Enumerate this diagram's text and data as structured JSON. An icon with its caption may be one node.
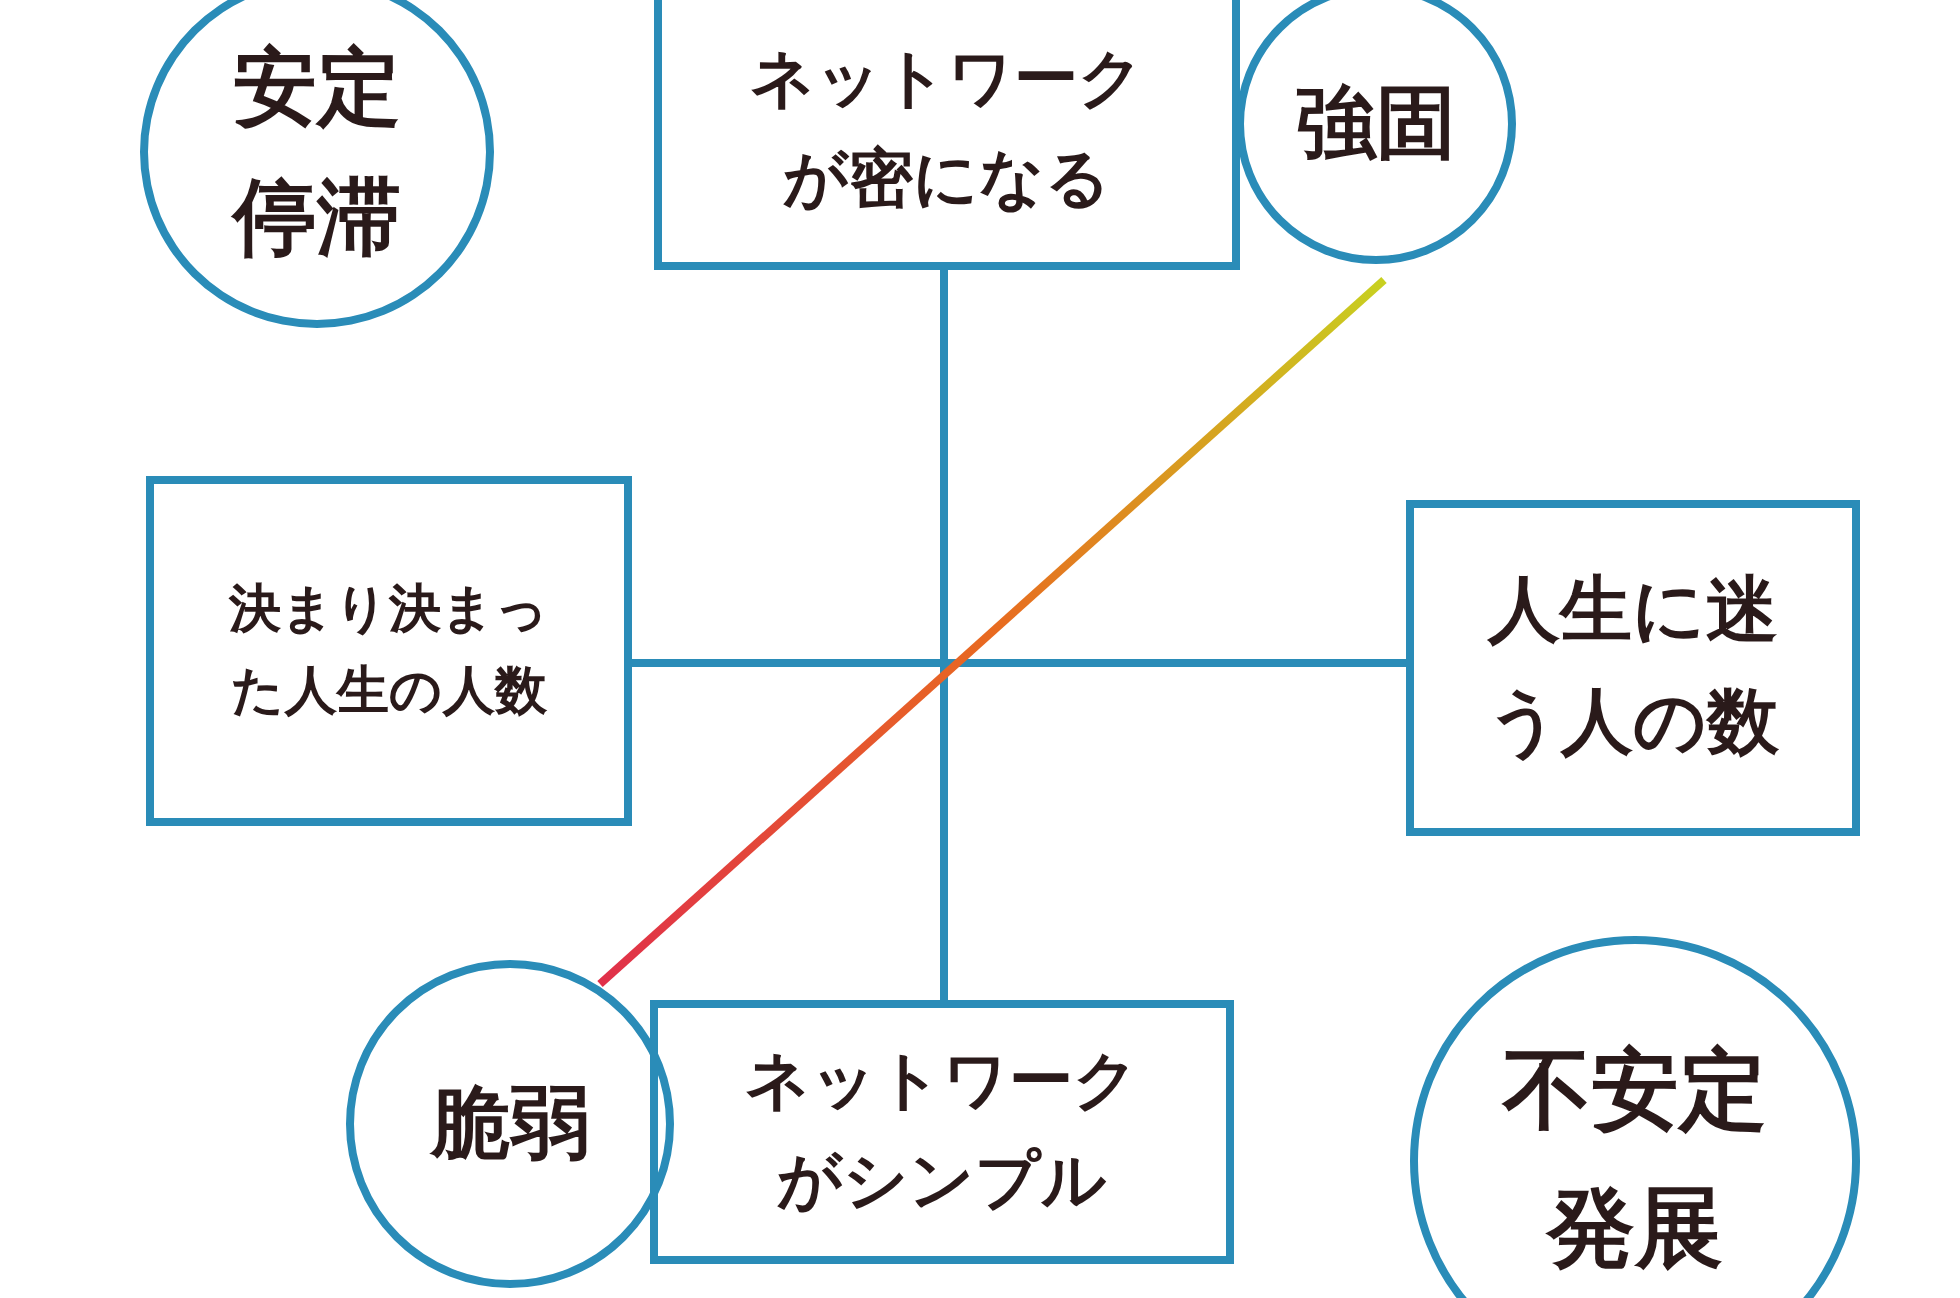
{
  "diagram": {
    "nodes": [
      {
        "text": [
          "安定停滞"
        ]
      },
      {
        "text": [
          "ネットワークが密になる"
        ]
      },
      {
        "text": [
          "強固"
        ]
      },
      {
        "text": [
          "決まり決まった人生の人数"
        ]
      },
      {
        "text": [
          "人生に迷う人の数"
        ]
      },
      {
        "text": [
          "脆弱"
        ]
      },
      {
        "text": [
          "ネットワークがシンプル"
        ]
      },
      {
        "text": [
          "不安定発展"
        ]
      }
    ],
    "edges": [
      {
        "from": 1,
        "to": 6,
        "arrow": "none"
      },
      {
        "from": 3,
        "to": 4,
        "arrow": "none"
      }
    ]
  }
}
